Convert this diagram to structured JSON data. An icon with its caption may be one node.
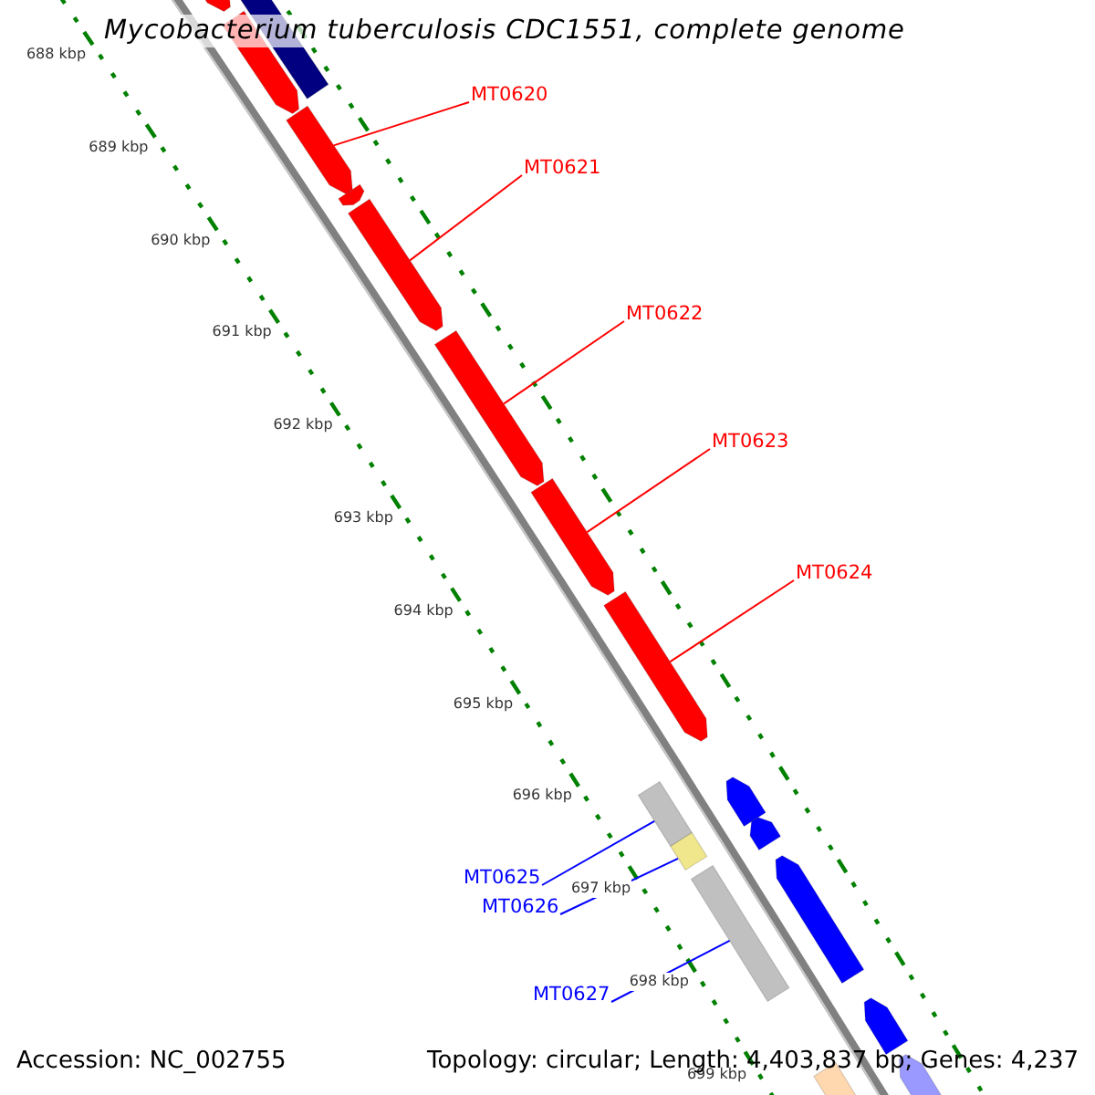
{
  "diagram": {
    "title": "Mycobacterium tuberculosis CDC1551, complete genome",
    "nodes": [
      {
        "text": [
          "MT0620"
        ]
      },
      {
        "text": [
          "MT0621"
        ]
      },
      {
        "text": [
          "MT0622"
        ]
      },
      {
        "text": [
          "MT0623"
        ]
      },
      {
        "text": [
          "MT0624"
        ]
      },
      {
        "text": [
          "MT0625"
        ]
      },
      {
        "text": [
          "MT0626"
        ]
      },
      {
        "text": [
          "MT0627"
        ]
      },
      {
        "text": [],
        "shape": "arrow"
      },
      {
        "text": [],
        "shape": "arrow"
      },
      {
        "text": [],
        "shape": "arrow"
      },
      {
        "text": [],
        "shape": "arrow"
      },
      {
        "text": [],
        "shape": "arrow"
      },
      {
        "text": [],
        "shape": "box"
      },
      {
        "text": [],
        "shape": "box"
      },
      {
        "text": [],
        "shape": "box"
      },
      {
        "text": [],
        "shape": "arrow"
      },
      {
        "text": [],
        "shape": "box"
      },
      {
        "text": [],
        "shape": "arrow"
      },
      {
        "text": [],
        "shape": "arrow"
      },
      {
        "text": [],
        "shape": "arrow"
      },
      {
        "text": [],
        "shape": "arrow"
      },
      {
        "text": [],
        "shape": "arrow"
      },
      {
        "text": [],
        "shape": "arrow"
      },
      {
        "text": [],
        "shape": "arrow"
      },
      {
        "text": [],
        "shape": "box"
      }
    ],
    "edges": [
      {
        "from": 0,
        "to": 8,
        "arrow": "none"
      },
      {
        "from": 1,
        "to": 9,
        "arrow": "none"
      },
      {
        "from": 2,
        "to": 10,
        "arrow": "none"
      },
      {
        "from": 3,
        "to": 11,
        "arrow": "none"
      },
      {
        "from": 4,
        "to": 12,
        "arrow": "none"
      },
      {
        "from": 5,
        "to": 13,
        "arrow": "none",
        "color": "#0000ff"
      },
      {
        "from": 6,
        "to": 14,
        "arrow": "none",
        "color": "#0000ff"
      },
      {
        "from": 7,
        "to": 15,
        "arrow": "none",
        "color": "#0000ff"
      }
    ],
    "labels": [
      "688 kbp",
      "689 kbp",
      "690 kbp",
      "691 kbp",
      "692 kbp",
      "693 kbp",
      "694 kbp",
      "695 kbp",
      "696 kbp",
      "697 kbp",
      "698 kbp",
      "699 kbp",
      "Accession: NC_002755",
      "Topology: circular; Length: 4,403,837 bp; Genes: 4,237"
    ]
  }
}
